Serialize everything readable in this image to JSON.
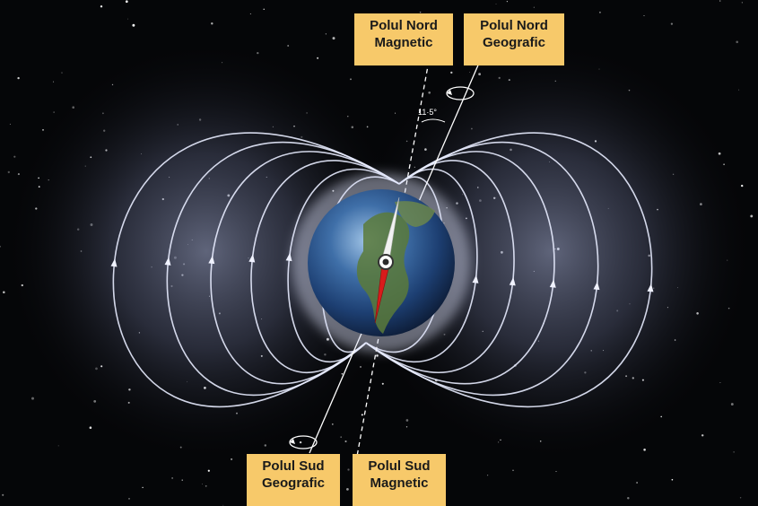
{
  "labels": {
    "north_magnetic": [
      "Polul Nord",
      "Magnetic"
    ],
    "north_geographic": [
      "Polul Nord",
      "Geografic"
    ],
    "south_geographic": [
      "Polul Sud",
      "Geografic"
    ],
    "south_magnetic": [
      "Polul Sud",
      "Magnetic"
    ]
  },
  "angle_label": "11·5°",
  "colors": {
    "label_background": "#f7c96a",
    "space_background": "#050608",
    "field_lines": "#e8ecff",
    "compass_north": "#f2f2f2",
    "compass_south": "#d81b1b"
  }
}
